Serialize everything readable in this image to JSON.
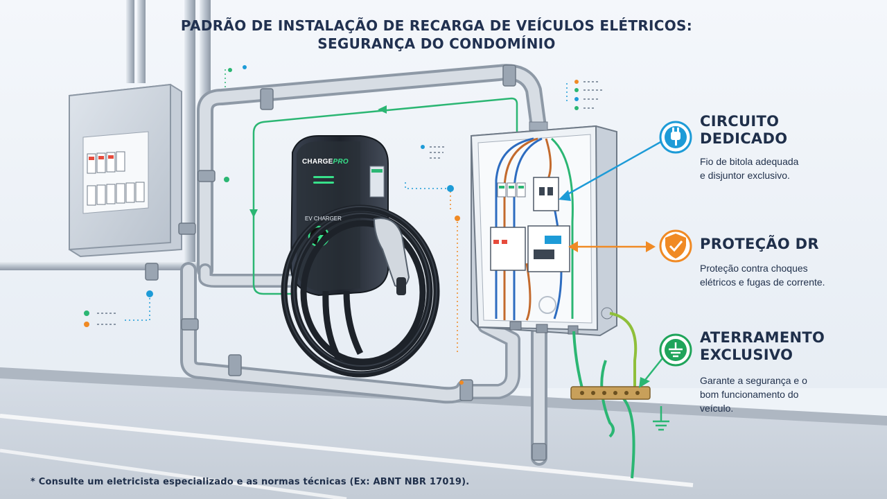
{
  "title": {
    "line1": "Padrão de instalação de recarga de veículos elétricos:",
    "line2": "Segurança do condomínio"
  },
  "charger": {
    "brand_main": "CHARGE",
    "brand_accent": "PRO",
    "label": "EV CHARGER"
  },
  "callouts": [
    {
      "icon": "plug-icon",
      "color": "#1d9bd7",
      "title_line1": "Circuito",
      "title_line2": "dedicado",
      "text_line1": "Fio de bitola adequada",
      "text_line2": "e disjuntor exclusivo."
    },
    {
      "icon": "shield-check-icon",
      "color": "#f08a24",
      "title_line1": "Proteção DR",
      "text_line1": "Proteção contra choques",
      "text_line2": "elétricos e fugas de corrente."
    },
    {
      "icon": "ground-icon",
      "color": "#1fa45a",
      "title_line1": "Aterramento",
      "title_line2": "exclusivo",
      "text_line1": "Garante a segurança e o",
      "text_line2": "bom funcionamento do",
      "text_line3": "veículo."
    }
  ],
  "footnote": "* Consulte um eletricista especializado e as normas técnicas (Ex: ABNT NBR 17019).",
  "colors": {
    "accent_green": "#2bb673",
    "accent_blue": "#1d9bd7",
    "accent_orange": "#f08a24",
    "conduit": "#b9c3cf",
    "text": "#1f2f4a"
  }
}
